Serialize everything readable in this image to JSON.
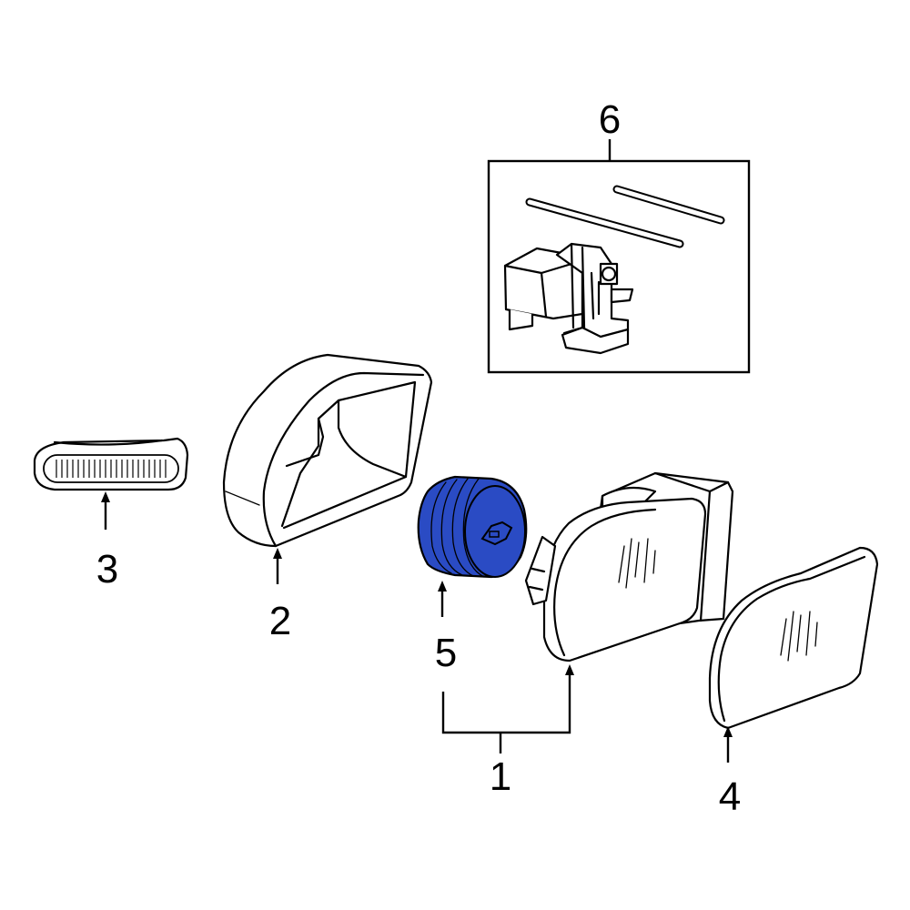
{
  "callouts": {
    "c1": "1",
    "c2": "2",
    "c3": "3",
    "c4": "4",
    "c5": "5",
    "c6": "6"
  },
  "colors": {
    "highlight": "#2a4bc4",
    "line": "#000000",
    "background": "#ffffff"
  }
}
